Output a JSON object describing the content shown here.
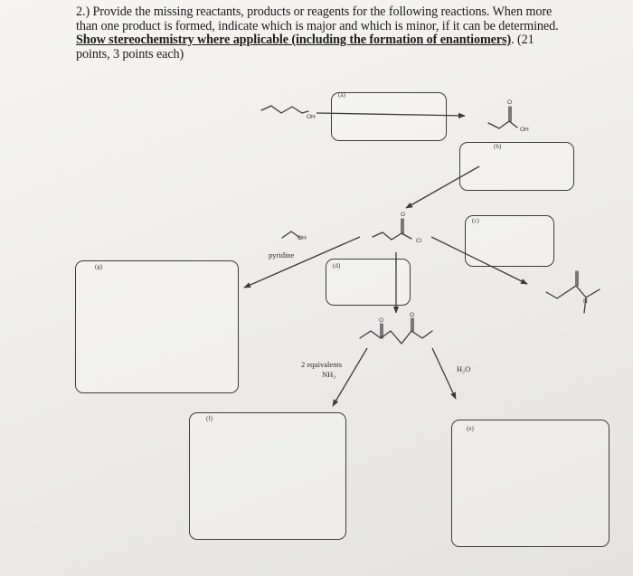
{
  "question": {
    "line1": "2.) Provide the missing reactants, products or reagents for the following reactions. When more",
    "line2": "than one product is formed, indicate which is major and which is minor, if it can be determined.",
    "line3_underlined": "Show stereochemistry where applicable (including the formation of enantiomers)",
    "line3_rest": ". (21",
    "line4": "points, 3 points each)"
  },
  "part_labels": {
    "a": "(a)",
    "b": "(b)",
    "c": "(c)",
    "d": "(d)",
    "e": "(e)",
    "f": "(f)",
    "g": "(g)"
  },
  "atom_labels": {
    "oh_top_left": "OH",
    "oh_top_right": "OH",
    "oh_ethanol": "OH",
    "cl": "Cl",
    "o_acyl_chloride": "O",
    "o_top_right": "O",
    "o_diketone_1": "O",
    "o_diketone_2": "O",
    "n_amine": "N"
  },
  "reagents": {
    "pyridine": "pyridine",
    "nh3_line1": "2 equivalents",
    "nh3_line2": "NH₃",
    "water": "H₂O"
  }
}
